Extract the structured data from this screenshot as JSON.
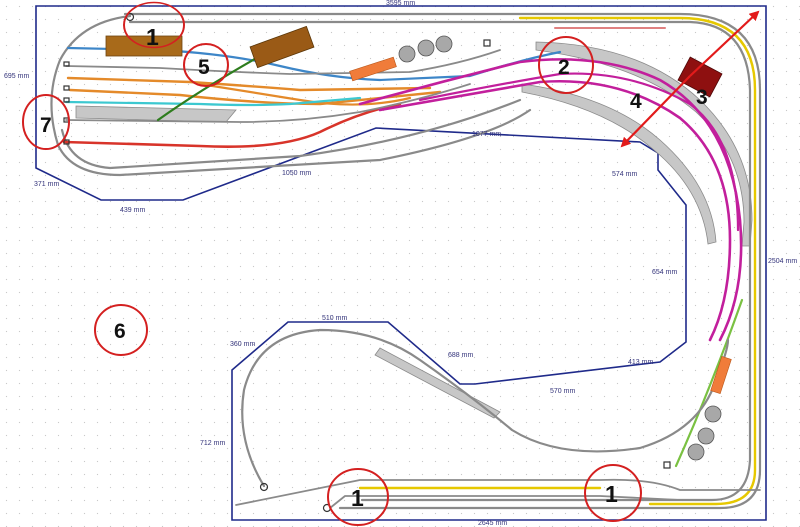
{
  "dimensions": {
    "top_length": "3595 mm",
    "right_length": "2504 mm",
    "bottom_length": "2645 mm",
    "upper_left_height": "695 mm",
    "inner_top": "1077 mm",
    "inner_left_bottom": "1050 mm",
    "inner_right_upper": "574 mm",
    "inner_right_mid": "654 mm",
    "inner_right_lower": "413 mm",
    "corner_bevel": "371 mm",
    "left_bottom": "439 mm",
    "lower_left_top": "510 mm",
    "lower_left_corner": "360 mm",
    "lower_diagonal": "688 mm",
    "lower_bottom": "570 mm",
    "lower_left_height": "712 mm"
  },
  "markers": {
    "m1_top": "1",
    "m2": "2",
    "m3": "3",
    "m4": "4",
    "m5": "5",
    "m6": "6",
    "m7": "7",
    "m1_bottom_left": "1",
    "m1_bottom_right": "1"
  },
  "colors": {
    "outline": "#1f2a8a",
    "annotation": "#d42020",
    "track_grey": "#8a8a8a",
    "track_yellow": "#e6c800",
    "track_magenta": "#c21f9c",
    "track_orange": "#e48a2a",
    "track_blue": "#3d86c8",
    "track_cyan": "#3cc8d0",
    "track_red": "#d8342a",
    "track_green": "#2e7d1e",
    "platform": "#c7c7c7",
    "building_brown": "#a86a1a",
    "building_red": "#8e1010",
    "tank_orange": "#f07c3a"
  }
}
